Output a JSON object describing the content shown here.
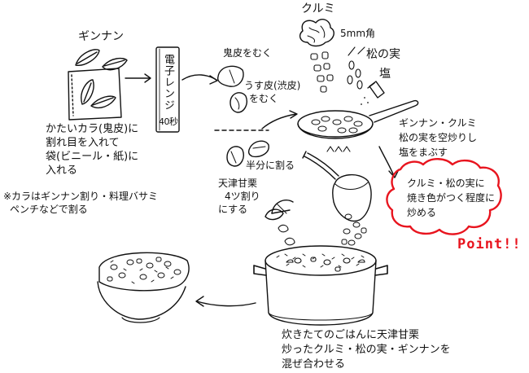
{
  "colors": {
    "ink": "#111111",
    "accent": "#e8141e",
    "paper": "#ffffff"
  },
  "labels": {
    "ginnan_title": "ギンナン",
    "ginnan_note_1": "かたいカラ(鬼皮)に",
    "ginnan_note_2": "割れ目を入れて",
    "ginnan_note_3": "袋(ビニール・紙)に",
    "ginnan_note_4": "入れる",
    "tip_1": "※カラはギンナン割り・料理バサミ",
    "tip_2": "ペンチなどで割る",
    "microwave_1": "電子レンジ",
    "microwave_2": "40秒",
    "outer_peel": "鬼皮をむく",
    "inner_peel_1": "うす皮(渋皮)",
    "inner_peel_2": "をむく",
    "cut_half": "半分に割る",
    "chestnut_1": "天津甘栗",
    "chestnut_2": "4ツ割り",
    "chestnut_3": "にする",
    "walnut": "クルミ",
    "walnut_size": "5mm角",
    "pine_nuts": "松の実",
    "salt": "塩",
    "fry_1": "ギンナン・クルミ",
    "fry_2": "松の実を空炒りし",
    "fry_3": "塩をまぶす",
    "point_1": "クルミ・松の実に",
    "point_2": "焼き色がつく程度に",
    "point_3": "炒める",
    "point_mark": "Point!!",
    "mix_1": "炊きたてのごはんに天津甘栗",
    "mix_2": "炒ったクルミ・松の実・ギンナンを",
    "mix_3": "混ぜ合わせる"
  }
}
